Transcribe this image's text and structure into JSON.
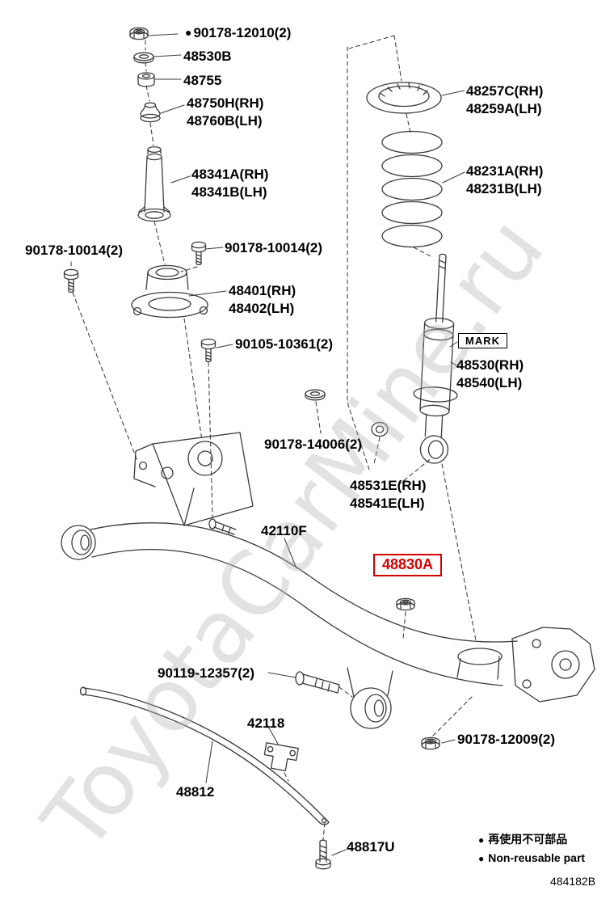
{
  "diagram": {
    "watermark": "ToyotaCarMine.ru",
    "code": "484182B"
  },
  "legend": {
    "items": [
      {
        "marker": "●",
        "text": "再使用不可部品"
      },
      {
        "marker": "●",
        "text": "Non-reusable part"
      }
    ]
  },
  "labels": [
    {
      "text": "90178-12010(2)",
      "marker": "●",
      "non_reusable": true
    },
    {
      "text": "48530B"
    },
    {
      "text": "48755"
    },
    {
      "text": "48750H(RH)"
    },
    {
      "text": "48760B(LH)"
    },
    {
      "text": "48341A(RH)"
    },
    {
      "text": "48341B(LH)"
    },
    {
      "text": "90178-10014(2)"
    },
    {
      "text": "90178-10014(2)"
    },
    {
      "text": "48401(RH)"
    },
    {
      "text": "48402(LH)"
    },
    {
      "text": "90105-10361(2)"
    },
    {
      "text": "48257C(RH)"
    },
    {
      "text": "48259A(LH)"
    },
    {
      "text": "48231A(RH)"
    },
    {
      "text": "48231B(LH)"
    },
    {
      "text": "MARK"
    },
    {
      "text": "48530(RH)"
    },
    {
      "text": "48540(LH)"
    },
    {
      "text": "90178-14006(2)"
    },
    {
      "text": "48531E(RH)"
    },
    {
      "text": "48541E(LH)"
    },
    {
      "text": "42110F"
    },
    {
      "text": "48830A",
      "highlighted": true,
      "highlight_color": "#d40000"
    },
    {
      "text": "90119-12357(2)"
    },
    {
      "text": "42118"
    },
    {
      "text": "48812"
    },
    {
      "text": "90178-12009(2)"
    },
    {
      "text": "48817U"
    }
  ]
}
